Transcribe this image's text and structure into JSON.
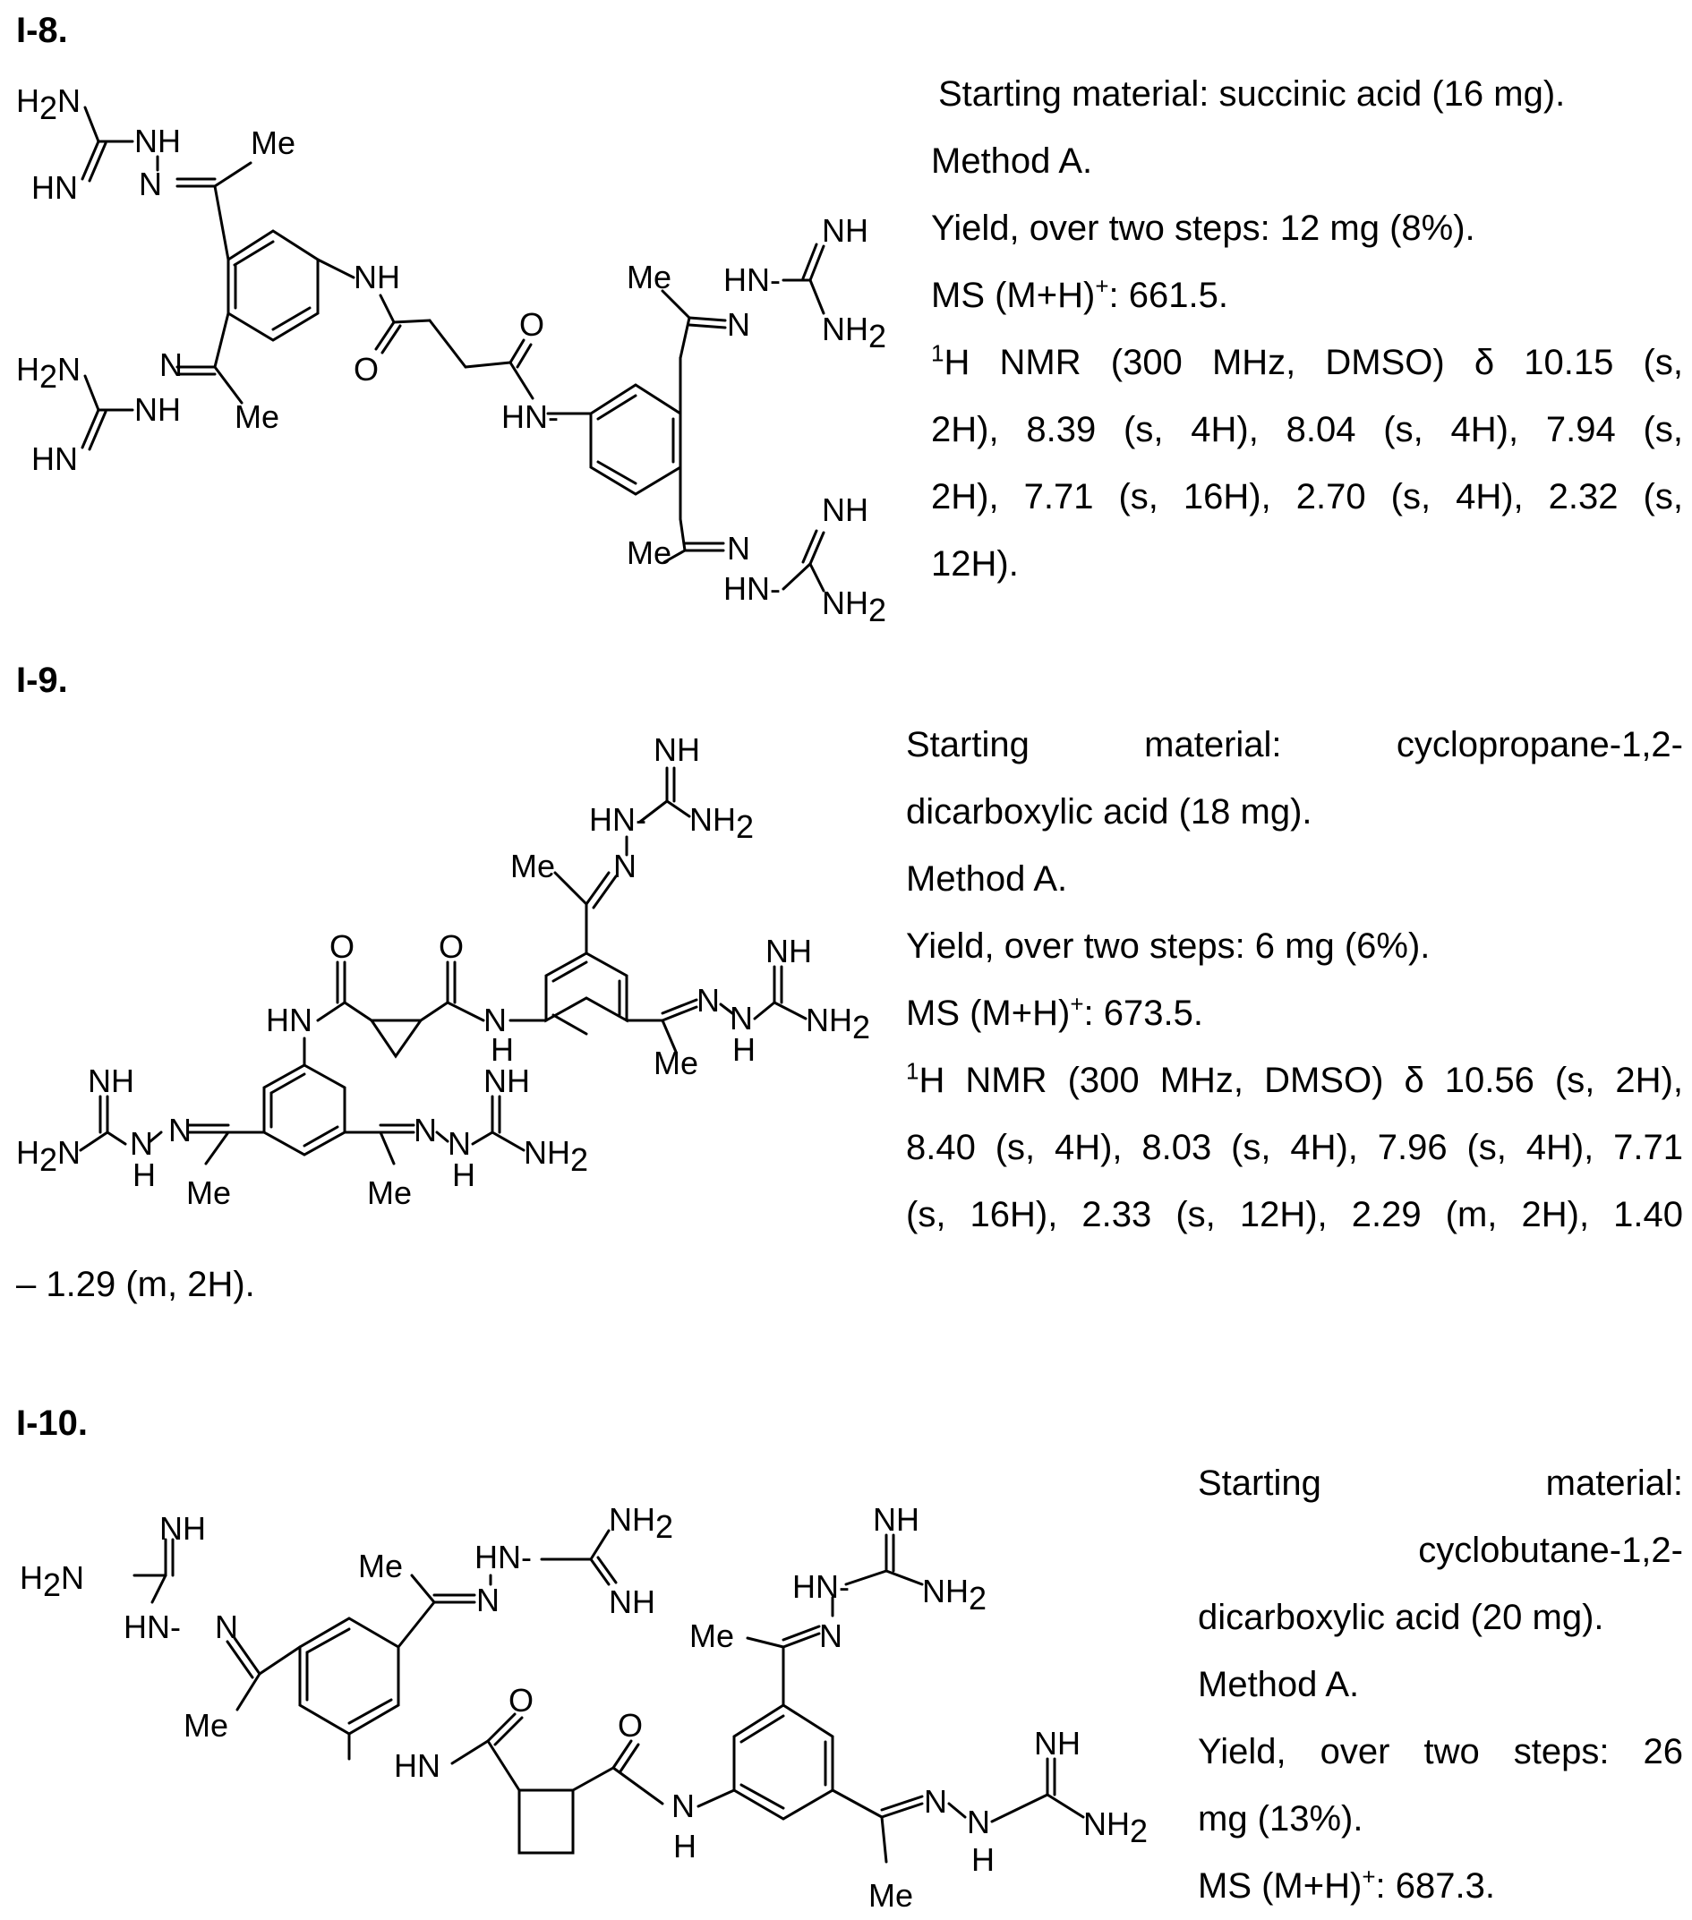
{
  "compounds": [
    {
      "id": "I-8.",
      "lines": [
        " Starting material: succinic acid (16 mg).",
        "Method A.",
        "Yield, over two steps: 12 mg (8%).",
        "MS (M+H)",
        "+",
        ": 661.5.",
        "1",
        "H NMR (300 MHz, DMSO) δ 10.15 (s,",
        "2H), 8.39 (s, 4H), 8.04 (s, 4H), 7.94 (s,",
        "2H), 7.71 (s, 16H), 2.70 (s, 4H), 2.32 (s,",
        "12H)."
      ]
    },
    {
      "id": "I-9.",
      "lines": [
        "Starting material: cyclopropane-1,2-",
        "dicarboxylic acid (18 mg).",
        "Method A.",
        "Yield, over two steps: 6 mg (6%).",
        "MS (M+H)",
        "+",
        ": 673.5.",
        "1",
        "H NMR (300 MHz, DMSO) δ 10.56 (s, 2H),",
        "8.40 (s, 4H), 8.03 (s, 4H), 7.96 (s, 4H), 7.71",
        "(s, 16H), 2.33 (s, 12H), 2.29 (m, 2H), 1.40"
      ],
      "continuation": "– 1.29 (m, 2H)."
    },
    {
      "id": "I-10.",
      "lines": [
        "Starting material:",
        "cyclobutane-1,2-",
        "dicarboxylic acid (20 mg).",
        "Method A.",
        "Yield, over two steps: 26",
        "mg (13%).",
        "MS (M+H)",
        "+",
        ": 687.3."
      ]
    }
  ],
  "atom_labels": {
    "h2n": "H2N",
    "hn": "HN",
    "nh": "NH",
    "nh2": "NH2",
    "hn_dash": "HN-",
    "n": "N",
    "nh_dash": "NH",
    "me": "Me",
    "o": "O",
    "h": "H",
    "sub2": "2"
  }
}
